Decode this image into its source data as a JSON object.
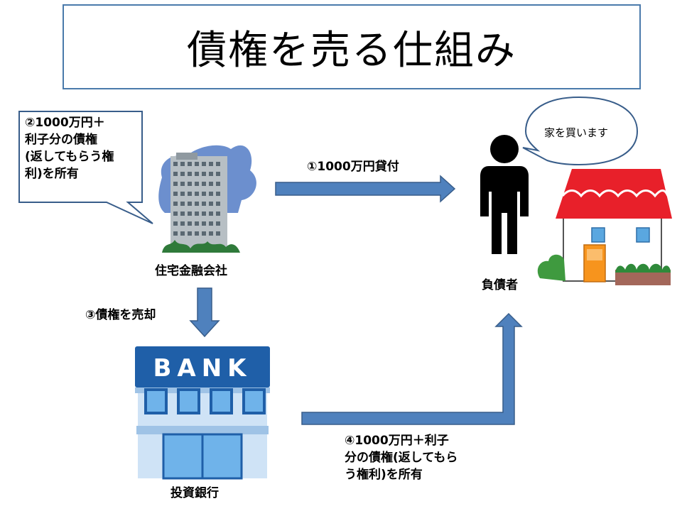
{
  "title": "債権を売る仕組み",
  "callout_lender": "②1000万円＋\n利子分の債権\n(返してもらう権\n利)を所有",
  "lender_label": "住宅金融会社",
  "step1_label": "①1000万円貸付",
  "debtor_label": "負債者",
  "speech": "家を買います",
  "step3_label": "③債権を売却",
  "bank_sign": "BANK",
  "bank_label": "投資銀行",
  "step4_label": "④1000万円＋利子\n分の債権(返してもら\nう権利)を所有",
  "colors": {
    "arrow": "#4f81bd",
    "arrow_border": "#385d8a",
    "title_border": "#4a7aab",
    "roof": "#e8202a",
    "bank_blue": "#1f5fa8",
    "door": "#f7941d"
  }
}
